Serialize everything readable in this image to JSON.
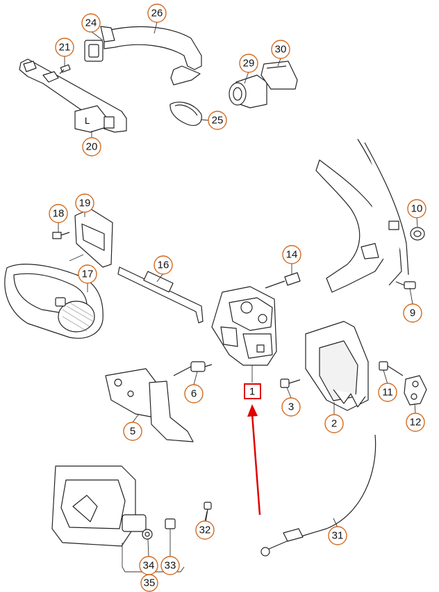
{
  "callouts": {
    "c1": "1",
    "c2": "2",
    "c3": "3",
    "c5": "5",
    "c6": "6",
    "c9": "9",
    "c10": "10",
    "c11": "11",
    "c12": "12",
    "c14": "14",
    "c16": "16",
    "c17": "17",
    "c18": "18",
    "c19": "19",
    "c20": "20",
    "c21": "21",
    "c24": "24",
    "c25": "25",
    "c26": "26",
    "c29": "29",
    "c30": "30",
    "c31": "31",
    "c32": "32",
    "c33": "33",
    "c34": "34",
    "c35": "35"
  },
  "handle_marking": "L",
  "colors": {
    "callout_ring": "#d2691e",
    "highlight": "#e00000",
    "line": "#222222"
  },
  "highlighted_part": "1"
}
